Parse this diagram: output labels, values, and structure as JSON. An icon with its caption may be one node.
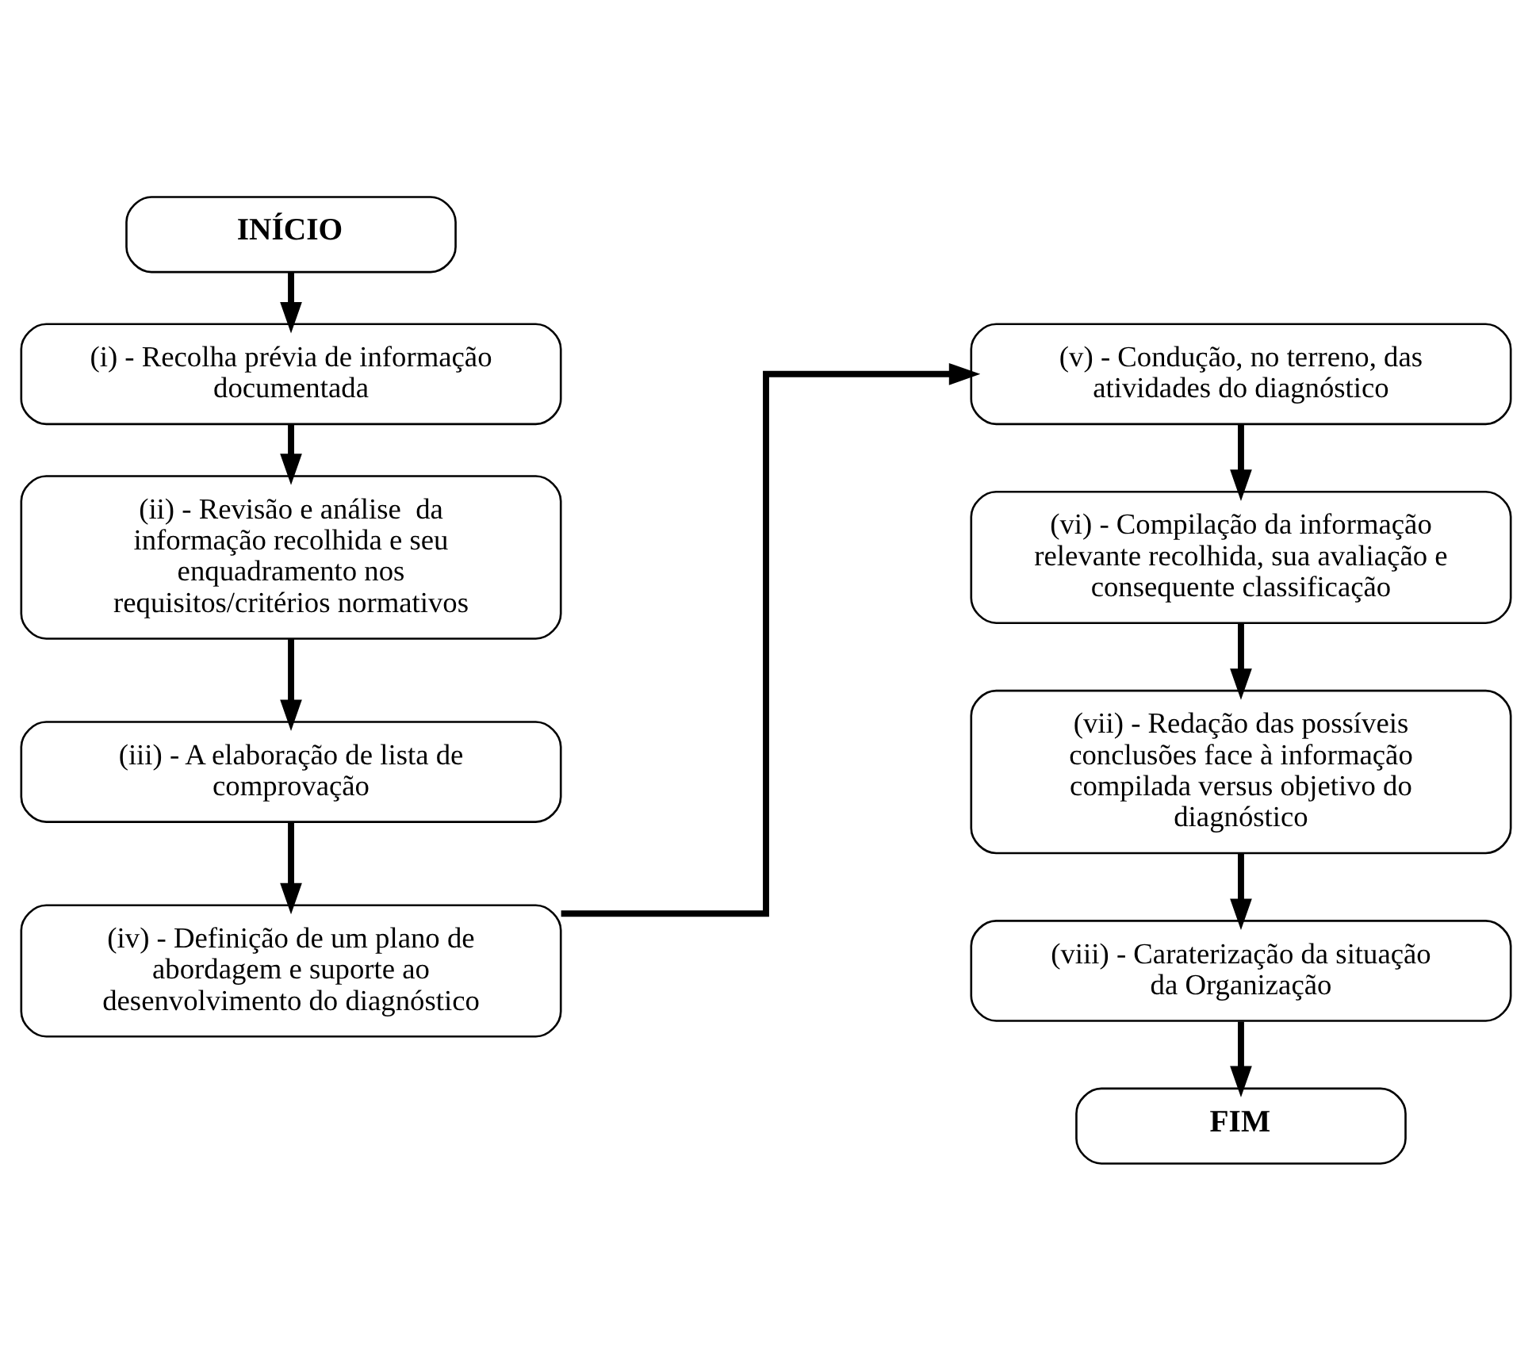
{
  "diagram": {
    "nodes": [
      {
        "text": [
          "INÍCIO"
        ]
      },
      {
        "text": [
          "(i) - Recolha prévia de informação documentada"
        ]
      },
      {
        "text": [
          "(ii) - Revisão e análise  da informação recolhida e seu enquadramento nos requisitos/critérios normativos"
        ]
      },
      {
        "text": [
          "(iii) - A elaboração de lista de comprovação"
        ]
      },
      {
        "text": [
          "(iv) - Definição de um plano de abordagem e suporte ao desenvolvimento do diagnóstico"
        ]
      },
      {
        "text": [
          "(v) - Condução, no terreno, das atividades do diagnóstico"
        ]
      },
      {
        "text": [
          "(vi) - Compilação da informação relevante recolhida, sua avaliação e consequente classificação"
        ]
      },
      {
        "text": [
          "(vii) - Redação das possíveis conclusões face à informação compilada versus objetivo do diagnóstico"
        ]
      },
      {
        "text": [
          "(viii) - Caraterização da situação da Organização"
        ]
      },
      {
        "text": [
          "FIM"
        ]
      }
    ],
    "edges": [
      {
        "from": 0,
        "to": 1,
        "arrow": "to"
      },
      {
        "from": 1,
        "to": 2,
        "arrow": "to"
      },
      {
        "from": 2,
        "to": 3,
        "arrow": "to"
      },
      {
        "from": 3,
        "to": 4,
        "arrow": "to"
      },
      {
        "from": 4,
        "to": 5,
        "arrow": "to"
      },
      {
        "from": 5,
        "to": 6,
        "arrow": "to"
      },
      {
        "from": 6,
        "to": 7,
        "arrow": "to"
      },
      {
        "from": 7,
        "to": 8,
        "arrow": "to"
      },
      {
        "from": 8,
        "to": 9,
        "arrow": "to"
      }
    ]
  }
}
